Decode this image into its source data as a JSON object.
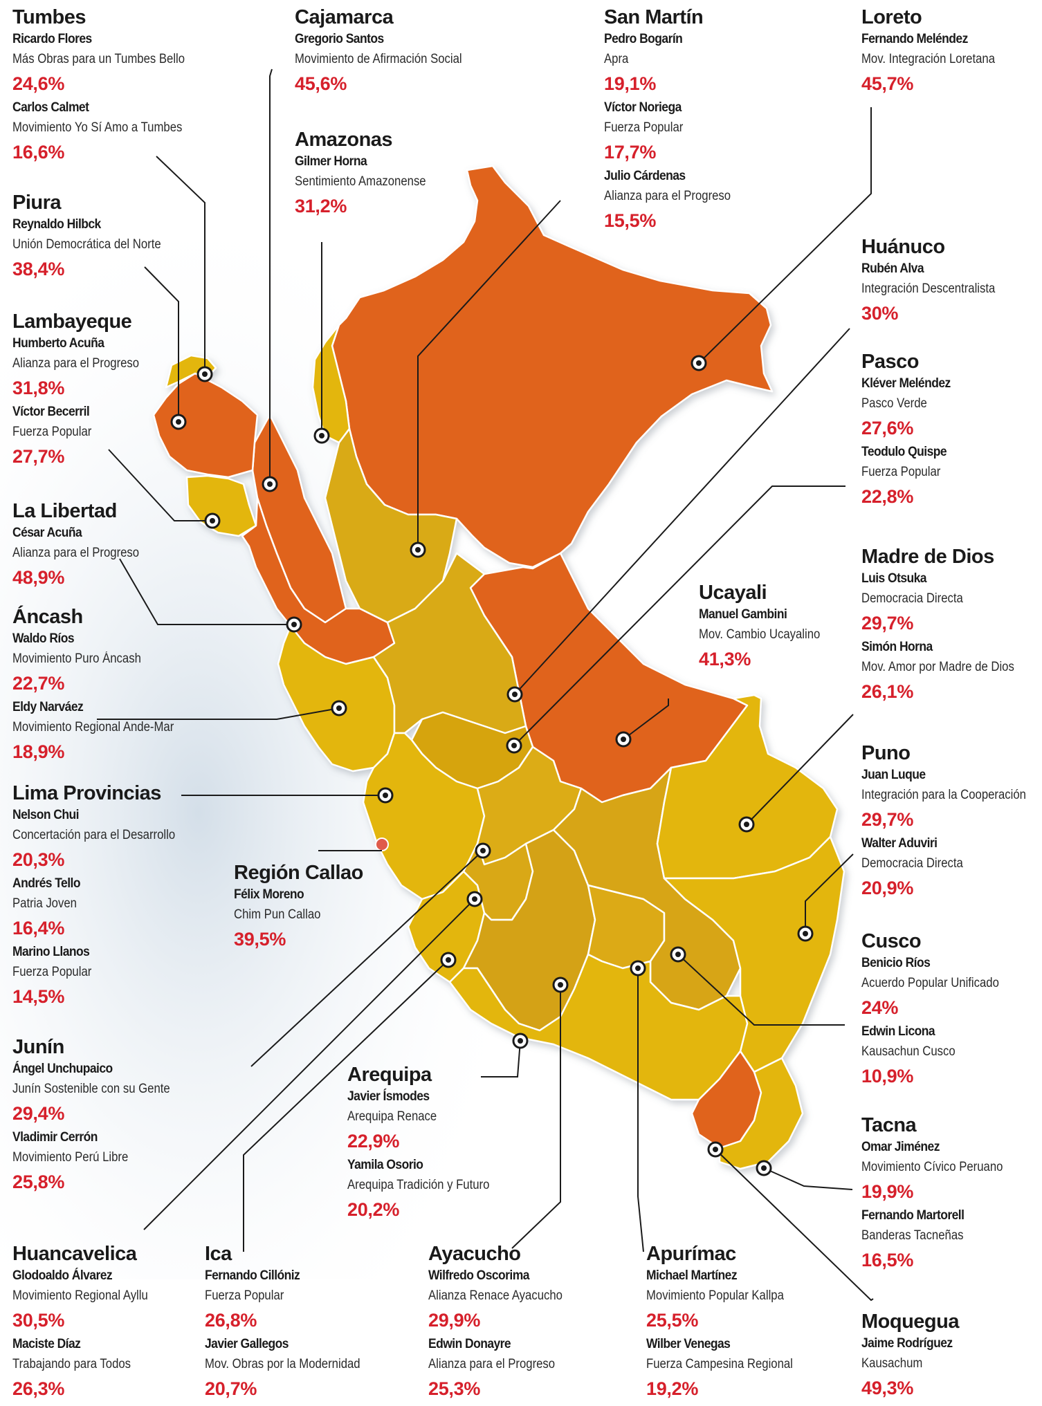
{
  "colors": {
    "orange_region": "#e0641c",
    "yellow_region": "#e3b60b",
    "highland_region": "#caa020",
    "percent_text": "#d6202b",
    "callao_marker": "#e05b4a",
    "leader_line": "#1a1a1a"
  },
  "regions": [
    {
      "key": "tumbes",
      "name": "Tumbes",
      "candidates": [
        {
          "name": "Ricardo Flores",
          "party": "Más Obras para un Tumbes Bello",
          "percent": "24,6%"
        },
        {
          "name": "Carlos Calmet",
          "party": "Movimiento Yo Sí Amo a Tumbes",
          "percent": "16,6%"
        }
      ]
    },
    {
      "key": "piura",
      "name": "Piura",
      "candidates": [
        {
          "name": "Reynaldo Hilbck",
          "party": "Unión Democrática del Norte",
          "percent": "38,4%"
        }
      ]
    },
    {
      "key": "lambayeque",
      "name": "Lambayeque",
      "candidates": [
        {
          "name": "Humberto Acuña",
          "party": "Alianza para el Progreso",
          "percent": "31,8%"
        },
        {
          "name": "Víctor Becerril",
          "party": "Fuerza Popular",
          "percent": "27,7%"
        }
      ]
    },
    {
      "key": "la-libertad",
      "name": "La Libertad",
      "candidates": [
        {
          "name": "César Acuña",
          "party": "Alianza para el Progreso",
          "percent": "48,9%"
        }
      ]
    },
    {
      "key": "ancash",
      "name": "Áncash",
      "candidates": [
        {
          "name": "Waldo Ríos",
          "party": "Movimiento Puro Áncash",
          "percent": "22,7%"
        },
        {
          "name": "Eldy Narváez",
          "party": "Movimiento Regional Ande-Mar",
          "percent": "18,9%"
        }
      ]
    },
    {
      "key": "lima-provincias",
      "name": "Lima Provincias",
      "candidates": [
        {
          "name": "Nelson Chui",
          "party": "Concertación para el Desarrollo",
          "percent": "20,3%"
        },
        {
          "name": "Andrés Tello",
          "party": "Patria Joven",
          "percent": "16,4%"
        },
        {
          "name": "Marino Llanos",
          "party": "Fuerza Popular",
          "percent": "14,5%"
        }
      ]
    },
    {
      "key": "junin",
      "name": "Junín",
      "candidates": [
        {
          "name": "Ángel Unchupaico",
          "party": "Junín Sostenible con su Gente",
          "percent": "29,4%"
        },
        {
          "name": "Vladimir Cerrón",
          "party": "Movimiento Perú Libre",
          "percent": "25,8%"
        }
      ]
    },
    {
      "key": "huancavelica",
      "name": "Huancavelica",
      "candidates": [
        {
          "name": "Glodoaldo Álvarez",
          "party": "Movimiento Regional Ayllu",
          "percent": "30,5%"
        },
        {
          "name": "Maciste Díaz",
          "party": "Trabajando para Todos",
          "percent": "26,3%"
        }
      ]
    },
    {
      "key": "cajamarca",
      "name": "Cajamarca",
      "candidates": [
        {
          "name": "Gregorio Santos",
          "party": "Movimiento de Afirmación Social",
          "percent": "45,6%"
        }
      ]
    },
    {
      "key": "amazonas",
      "name": "Amazonas",
      "candidates": [
        {
          "name": "Gilmer Horna",
          "party": "Sentimiento Amazonense",
          "percent": "31,2%"
        }
      ]
    },
    {
      "key": "region-callao",
      "name": "Región Callao",
      "candidates": [
        {
          "name": "Félix Moreno",
          "party": "Chim Pun Callao",
          "percent": "39,5%"
        }
      ]
    },
    {
      "key": "ica",
      "name": "Ica",
      "candidates": [
        {
          "name": "Fernando Cillóniz",
          "party": "Fuerza Popular",
          "percent": "26,8%"
        },
        {
          "name": "Javier Gallegos",
          "party": "Mov. Obras por la Modernidad",
          "percent": "20,7%"
        }
      ]
    },
    {
      "key": "san-martin",
      "name": "San Martín",
      "candidates": [
        {
          "name": "Pedro Bogarín",
          "party": "Apra",
          "percent": "19,1%"
        },
        {
          "name": "Víctor Noriega",
          "party": "Fuerza Popular",
          "percent": "17,7%"
        },
        {
          "name": "Julio Cárdenas",
          "party": "Alianza para el Progreso",
          "percent": "15,5%"
        }
      ]
    },
    {
      "key": "ucayali",
      "name": "Ucayali",
      "candidates": [
        {
          "name": "Manuel Gambini",
          "party": "Mov. Cambio Ucayalino",
          "percent": "41,3%"
        }
      ]
    },
    {
      "key": "arequipa",
      "name": "Arequipa",
      "candidates": [
        {
          "name": "Javier Ísmodes",
          "party": "Arequipa Renace",
          "percent": "22,9%"
        },
        {
          "name": "Yamila Osorio",
          "party": "Arequipa Tradición y Futuro",
          "percent": "20,2%"
        }
      ]
    },
    {
      "key": "ayacucho",
      "name": "Ayacucho",
      "candidates": [
        {
          "name": "Wilfredo Oscorima",
          "party": "Alianza Renace Ayacucho",
          "percent": "29,9%"
        },
        {
          "name": "Edwin Donayre",
          "party": "Alianza para el Progreso",
          "percent": "25,3%"
        }
      ]
    },
    {
      "key": "apurimac",
      "name": "Apurímac",
      "candidates": [
        {
          "name": "Michael Martínez",
          "party": "Movimiento Popular Kallpa",
          "percent": "25,5%"
        },
        {
          "name": "Wilber Venegas",
          "party": "Fuerza Campesina Regional",
          "percent": "19,2%"
        }
      ]
    },
    {
      "key": "loreto",
      "name": "Loreto",
      "candidates": [
        {
          "name": "Fernando Meléndez",
          "party": "Mov. Integración Loretana",
          "percent": "45,7%"
        }
      ]
    },
    {
      "key": "huanuco",
      "name": "Huánuco",
      "candidates": [
        {
          "name": "Rubén Alva",
          "party": "Integración Descentralista",
          "percent": "30%"
        }
      ]
    },
    {
      "key": "pasco",
      "name": "Pasco",
      "candidates": [
        {
          "name": "Kléver Meléndez",
          "party": "Pasco Verde",
          "percent": "27,6%"
        },
        {
          "name": "Teodulo Quispe",
          "party": "Fuerza Popular",
          "percent": "22,8%"
        }
      ]
    },
    {
      "key": "madre-de-dios",
      "name": "Madre de Dios",
      "candidates": [
        {
          "name": "Luis Otsuka",
          "party": "Democracia Directa",
          "percent": "29,7%"
        },
        {
          "name": "Simón Horna",
          "party": "Mov. Amor por Madre de Dios",
          "percent": "26,1%"
        }
      ]
    },
    {
      "key": "puno",
      "name": "Puno",
      "candidates": [
        {
          "name": "Juan Luque",
          "party": "Integración para la Cooperación",
          "percent": "29,7%"
        },
        {
          "name": "Walter Aduviri",
          "party": "Democracia Directa",
          "percent": "20,9%"
        }
      ]
    },
    {
      "key": "cusco",
      "name": "Cusco",
      "candidates": [
        {
          "name": "Benicio Ríos",
          "party": "Acuerdo Popular Unificado",
          "percent": "24%"
        },
        {
          "name": "Edwin Licona",
          "party": "Kausachun Cusco",
          "percent": "10,9%"
        }
      ]
    },
    {
      "key": "tacna",
      "name": "Tacna",
      "candidates": [
        {
          "name": "Omar Jiménez",
          "party": "Movimiento Cívico Peruano",
          "percent": "19,9%"
        },
        {
          "name": "Fernando Martorell",
          "party": "Banderas Tacneñas",
          "percent": "16,5%"
        }
      ]
    },
    {
      "key": "moquegua",
      "name": "Moquegua",
      "candidates": [
        {
          "name": "Jaime Rodríguez",
          "party": "Kausachum",
          "percent": "49,3%"
        }
      ]
    }
  ]
}
